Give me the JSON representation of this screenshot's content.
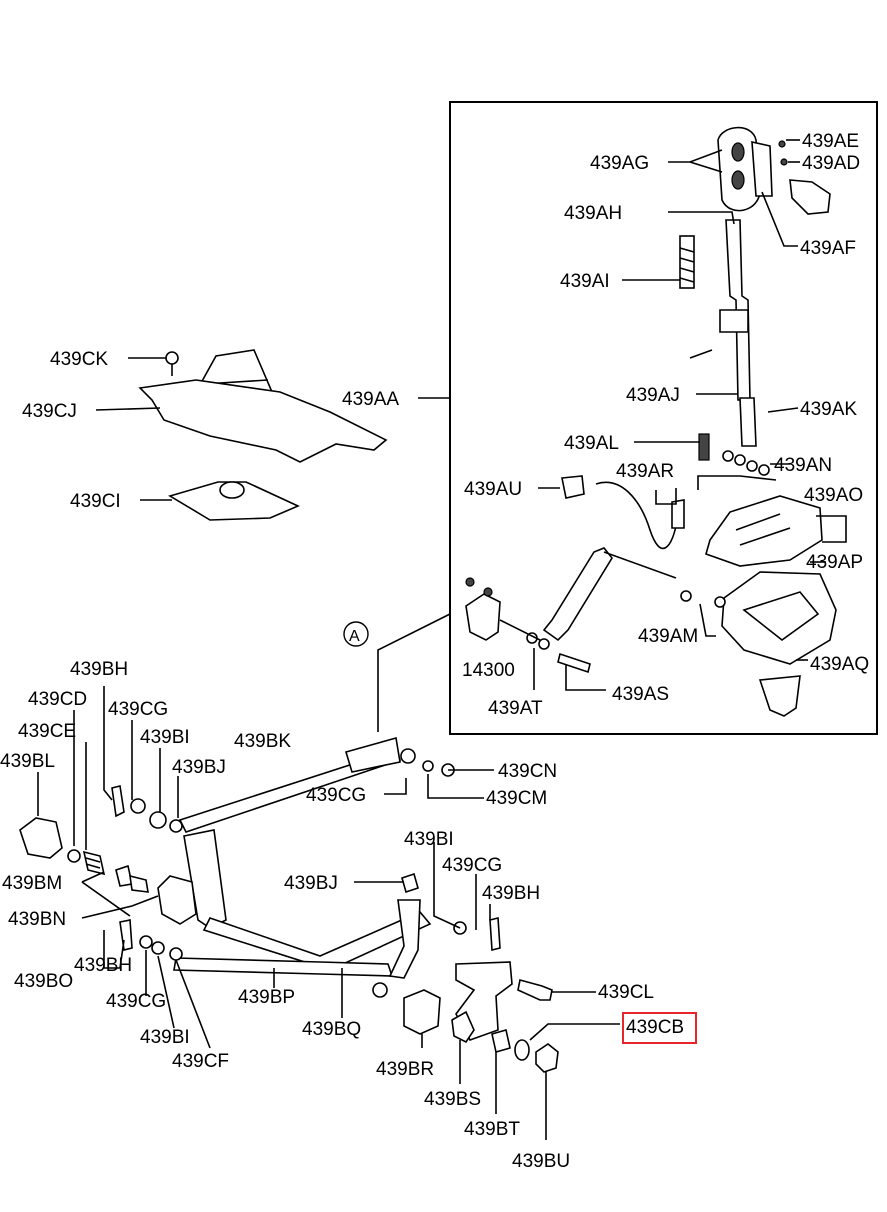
{
  "labels": {
    "AE": "439AE",
    "AD": "439AD",
    "AG": "439AG",
    "AF": "439AF",
    "AH": "439AH",
    "AI": "439AI",
    "AA": "439AA",
    "AJ": "439AJ",
    "AK": "439AK",
    "AL": "439AL",
    "AR": "439AR",
    "AN": "439AN",
    "AU": "439AU",
    "AO": "439AO",
    "AP": "439AP",
    "AM": "439AM",
    "AQ": "439AQ",
    "N14300": "14300",
    "AT": "439AT",
    "AS": "439AS",
    "CK": "439CK",
    "CJ": "439CJ",
    "CI": "439CI",
    "BH1": "439BH",
    "CD": "439CD",
    "CG1": "439CG",
    "CE": "439CE",
    "BI1": "439BI",
    "BK": "439BK",
    "BL": "439BL",
    "BJ1": "439BJ",
    "CN": "439CN",
    "CG2": "439CG",
    "CM": "439CM",
    "BI2": "439BI",
    "CG3": "439CG",
    "BJ2": "439BJ",
    "BH2": "439BH",
    "BM": "439BM",
    "BN": "439BN",
    "BH3": "439BH",
    "BO": "439BO",
    "BP": "439BP",
    "CG4": "439CG",
    "BI3": "439BI",
    "CF": "439CF",
    "BQ": "439BQ",
    "CL": "439CL",
    "CB": "439CB",
    "BR": "439BR",
    "BS": "439BS",
    "BT": "439BT",
    "BU": "439BU",
    "A": "A"
  },
  "highlight": {
    "label": "CB",
    "color": "#e8262a"
  }
}
